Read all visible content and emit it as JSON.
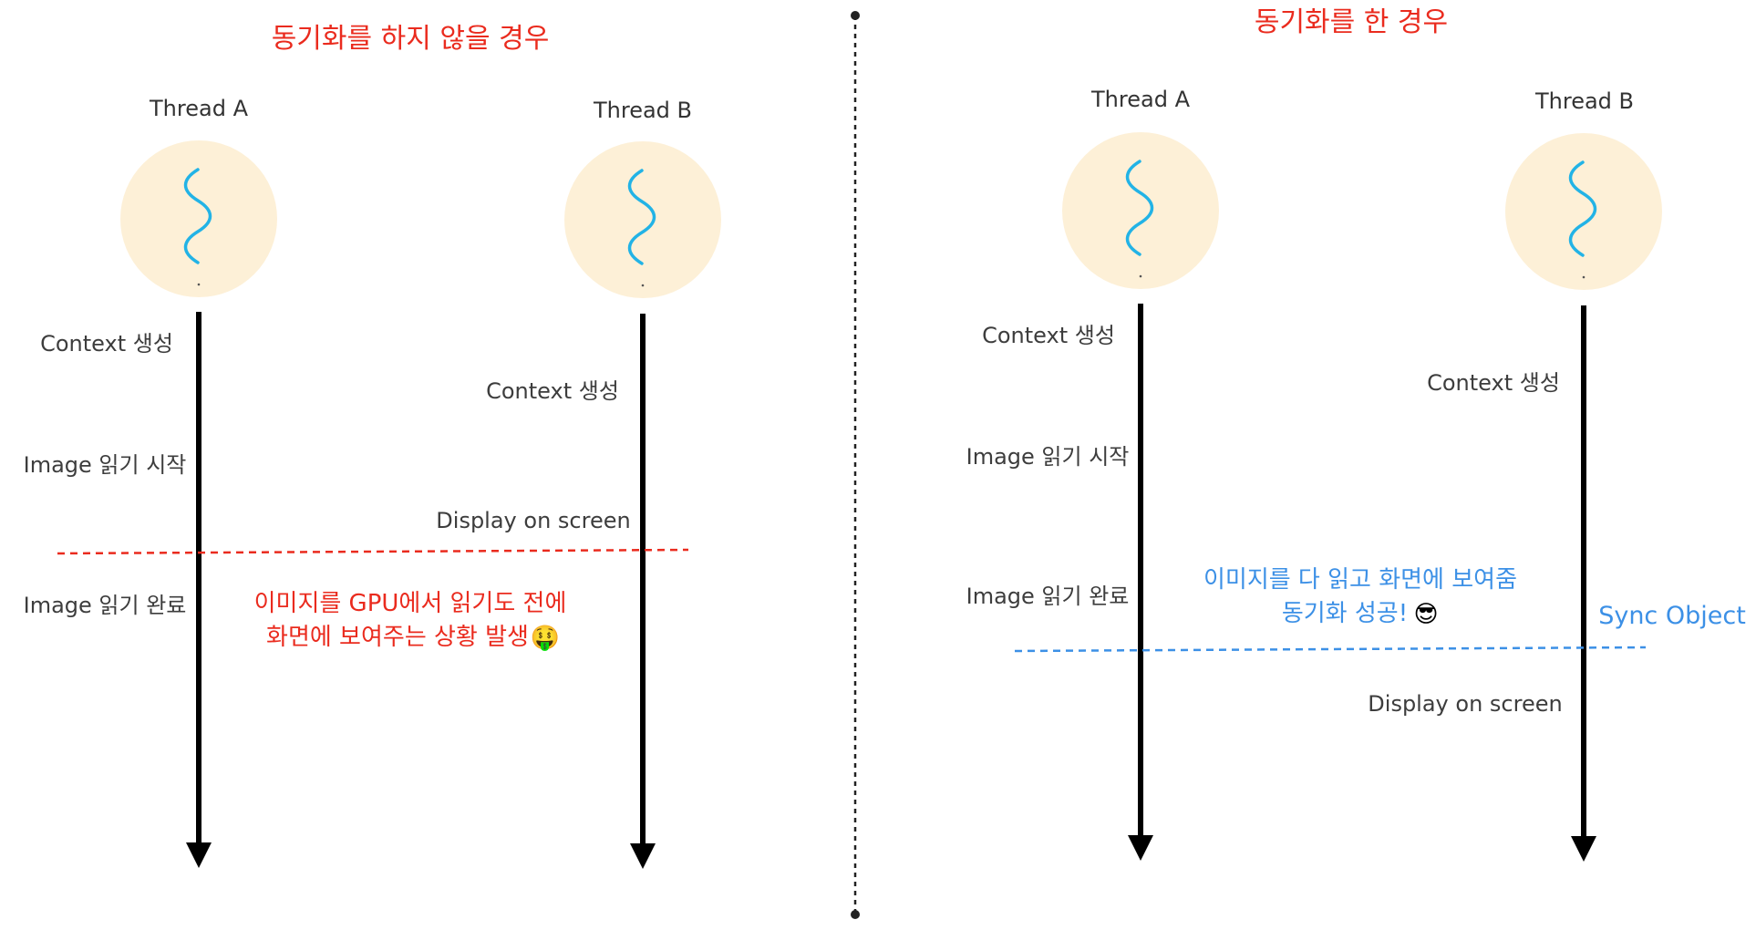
{
  "colors": {
    "accent_red": "#ea2b1e",
    "accent_blue": "#3c90e6",
    "thread_circle": "#fdf0d7",
    "wave": "#22b3e6",
    "timeline": "#000000",
    "text": "#3d3d3d"
  },
  "icons": {
    "thread": "wave-icon",
    "money_face": "money-mouth-face-emoji",
    "sunglasses_face": "sunglasses-face-emoji"
  },
  "left": {
    "title": "동기화를 하지 않을 경우",
    "thread_a": "Thread A",
    "thread_b": "Thread B",
    "a_context": "Context 생성",
    "a_read_start": "Image 읽기 시작",
    "a_read_done": "Image 읽기 완료",
    "b_context": "Context 생성",
    "b_display": "Display on screen",
    "note_line1": "이미지를 GPU에서 읽기도 전에",
    "note_line2": "화면에 보여주는 상황 발생",
    "note_emoji": "🤑"
  },
  "right": {
    "title": "동기화를 한 경우",
    "thread_a": "Thread A",
    "thread_b": "Thread B",
    "a_context": "Context 생성",
    "a_read_start": "Image 읽기 시작",
    "a_read_done": "Image 읽기 완료",
    "b_context": "Context 생성",
    "b_display": "Display on screen",
    "note_line1": "이미지를 다 읽고 화면에 보여줌",
    "note_line2": "동기화 성공!",
    "note_emoji": "😎",
    "sync_label": "Sync Object"
  }
}
